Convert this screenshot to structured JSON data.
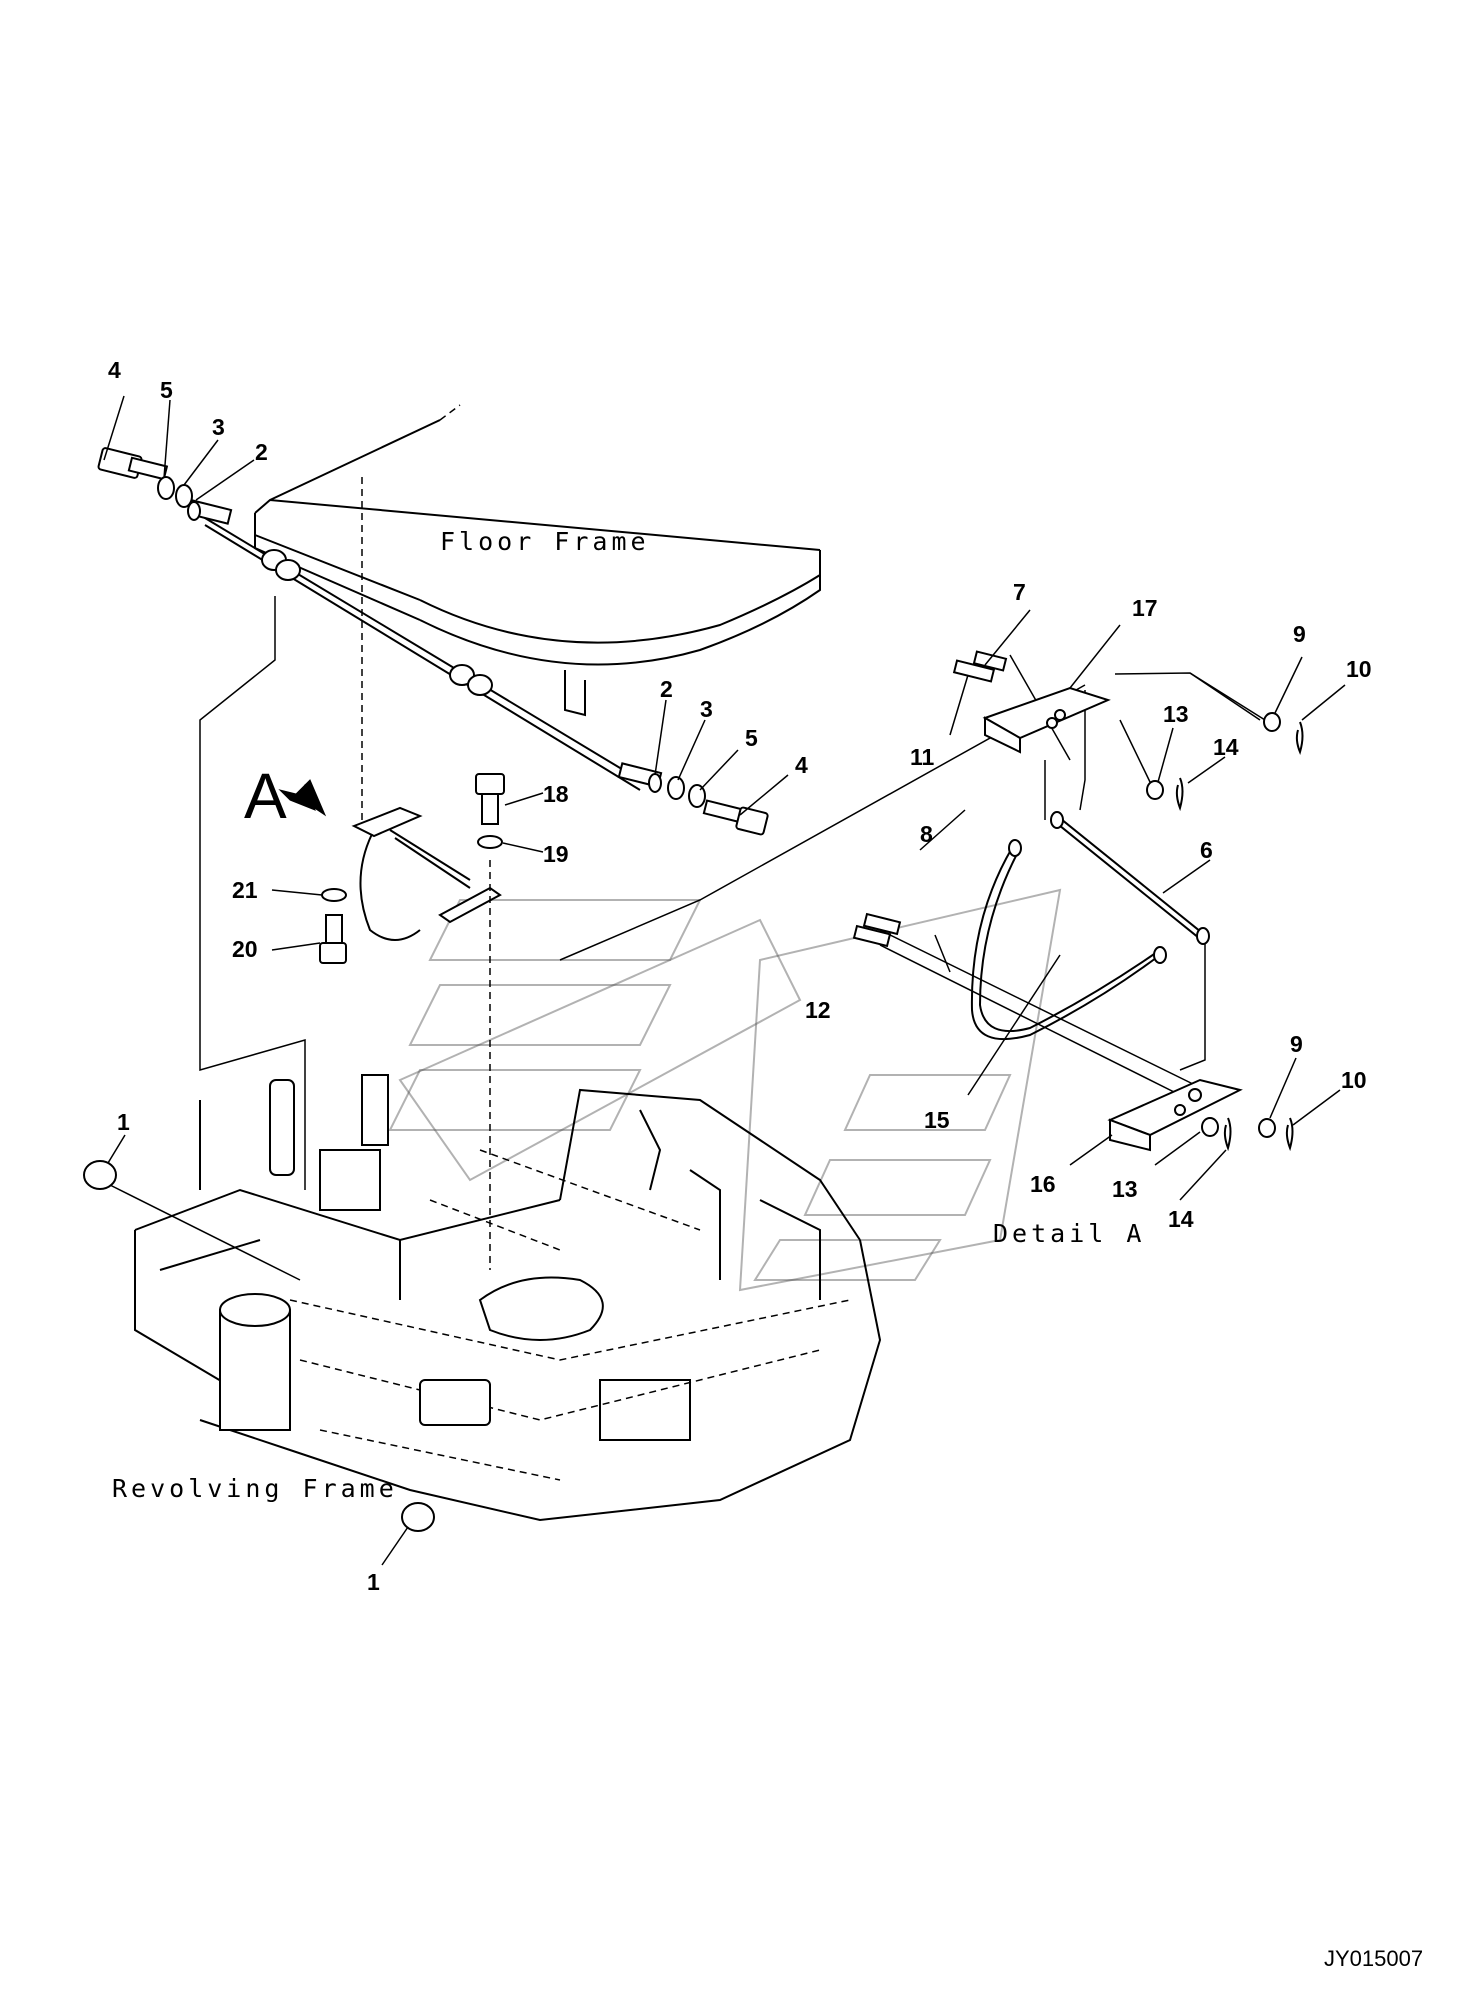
{
  "diagram": {
    "code": "JY015007",
    "labels": {
      "floor_frame": "Floor Frame",
      "revolving_frame": "Revolving Frame",
      "detail_a": "Detail A",
      "view_a": "A"
    },
    "callouts": [
      "1",
      "2",
      "3",
      "4",
      "5",
      "6",
      "7",
      "8",
      "9",
      "10",
      "11",
      "12",
      "13",
      "14",
      "15",
      "16",
      "17",
      "18",
      "19",
      "20",
      "21"
    ]
  }
}
